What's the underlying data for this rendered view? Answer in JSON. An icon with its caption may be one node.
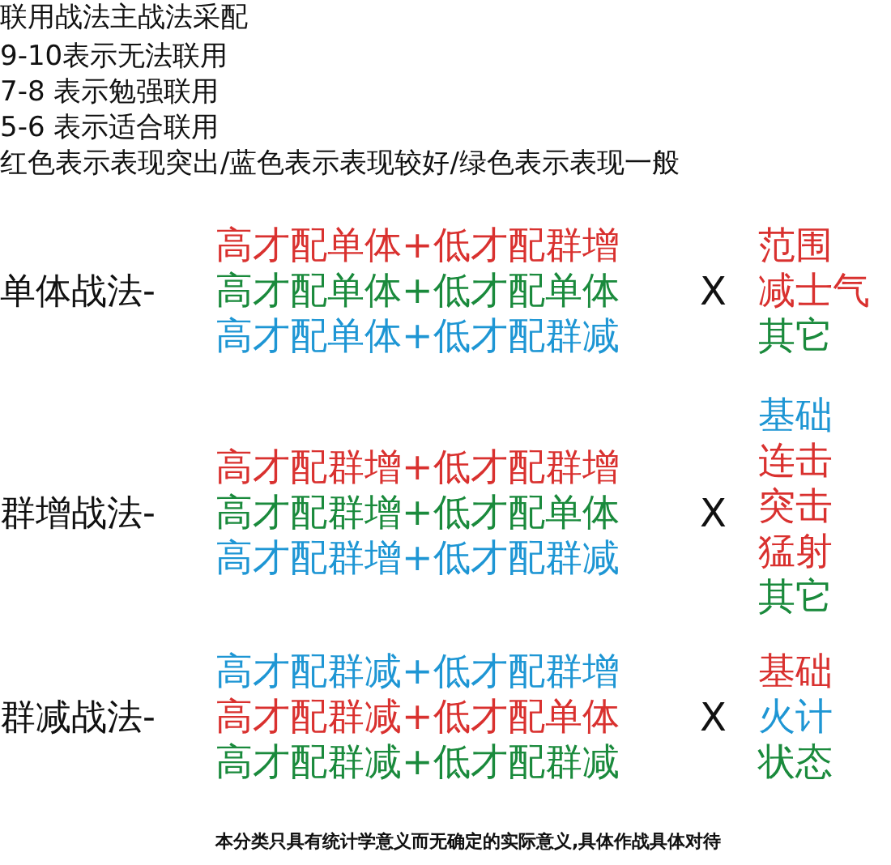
{
  "diagram": {
    "title": "联用战法主战法采配",
    "labels": [
      "9-10表示无法联用",
      "7-8 表示勉强联用",
      "5-6 表示适合联用",
      "红色表示表现突出/蓝色表示表现较好/绿色表示表现一般",
      "单体战法-",
      "高才配单体+低才配群增",
      "高才配单体+低才配单体",
      "高才配单体+低才配群减",
      "X",
      "范围",
      "减士气",
      "其它",
      "群增战法-",
      "高才配群增+低才配群增",
      "高才配群增+低才配单体",
      "高才配群增+低才配群减",
      "X",
      "基础",
      "连击",
      "突击",
      "猛射",
      "其它",
      "群减战法-",
      "高才配群减+低才配群增",
      "高才配群减+低才配单体",
      "高才配群减+低才配群减",
      "X",
      "基础",
      "火计",
      "状态"
    ],
    "caption": "本分类只具有统计学意义而无确定的实际意义,具体作战具体对待"
  }
}
